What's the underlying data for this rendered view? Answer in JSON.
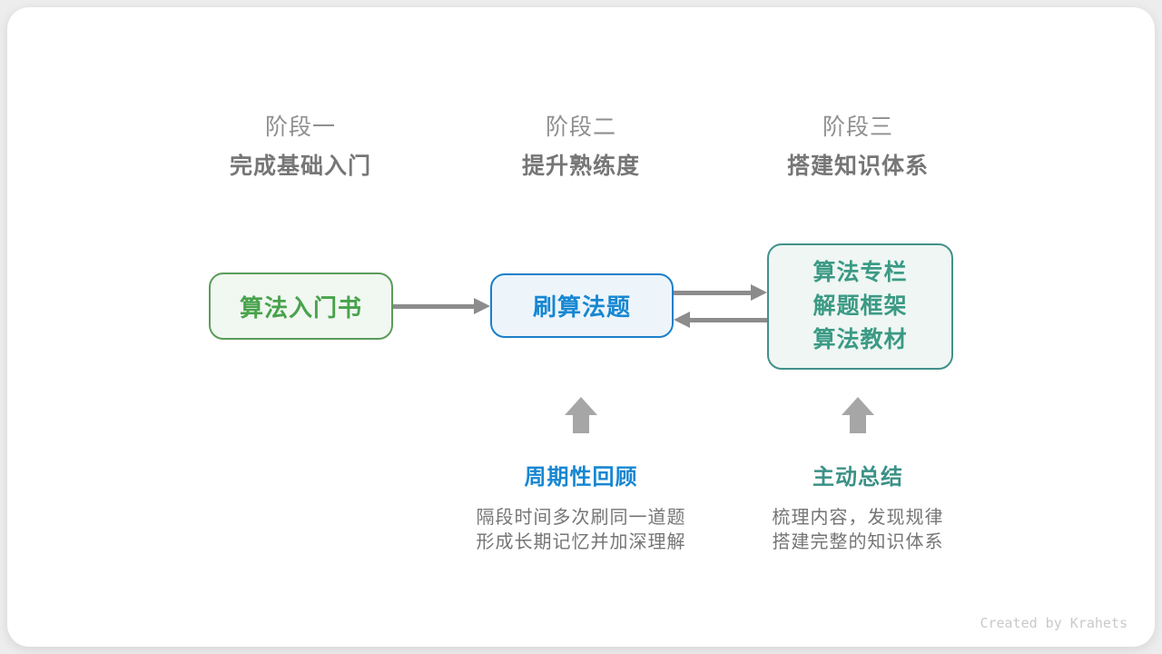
{
  "stages": [
    {
      "label": "阶段一",
      "subtitle": "完成基础入门"
    },
    {
      "label": "阶段二",
      "subtitle": "提升熟练度"
    },
    {
      "label": "阶段三",
      "subtitle": "搭建知识体系"
    }
  ],
  "nodes": [
    {
      "id": "algorithm-intro-book",
      "lines": [
        "算法入门书"
      ]
    },
    {
      "id": "practice-problems",
      "lines": [
        "刷算法题"
      ]
    },
    {
      "id": "knowledge-resources",
      "lines": [
        "算法专栏",
        "解题框架",
        "算法教材"
      ]
    }
  ],
  "annotations": [
    {
      "title": "周期性回顾",
      "lines": [
        "隔段时间多次刷同一道题",
        "形成长期记忆并加深理解"
      ]
    },
    {
      "title": "主动总结",
      "lines": [
        "梳理内容，发现规律",
        "搭建完整的知识体系"
      ]
    }
  ],
  "footer": {
    "credit": "Created by Krahets"
  },
  "colors": {
    "page_background": "#ededed",
    "card_background": "#ffffff",
    "stage_label": "#8f8f8f",
    "stage_subtitle": "#767676",
    "green_border": "#5a9c5a",
    "green_background": "#f1f7f1",
    "green_text": "#48a34c",
    "blue_border": "#1b80c9",
    "blue_background": "#edf5fb",
    "blue_text": "#1787d2",
    "teal_border": "#41918a",
    "teal_background": "#eff6f3",
    "teal_text": "#3b9a85",
    "horizontal_arrow": "#8c8c8c",
    "vertical_arrow": "#a6a6a6",
    "body_text": "#757575",
    "watermark_text": "#c9c9c9"
  }
}
